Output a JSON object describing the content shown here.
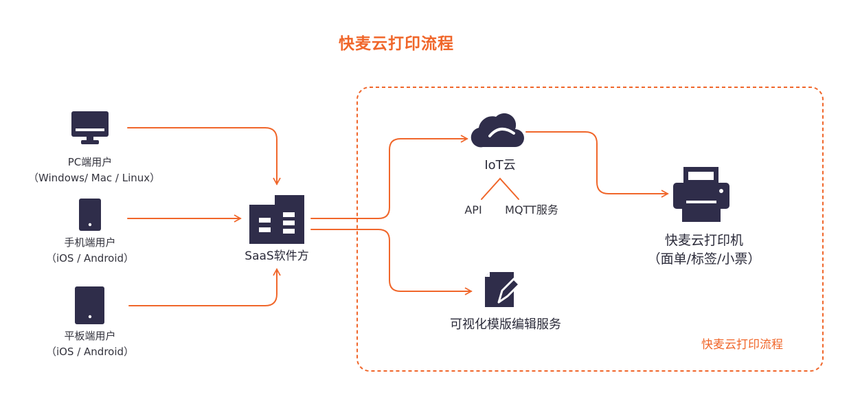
{
  "title": "快麦云打印流程",
  "colors": {
    "accent": "#f0662a",
    "icon": "#2f2d4a"
  },
  "nodes": {
    "pc": {
      "name": "PC端用户",
      "sub": "（Windows/ Mac / Linux）",
      "icon": "monitor-icon"
    },
    "mobile": {
      "name": "手机端用户",
      "sub": "（iOS / Android）",
      "icon": "phone-icon"
    },
    "tablet": {
      "name": "平板端用户",
      "sub": "（iOS / Android）",
      "icon": "tablet-icon"
    },
    "saas": {
      "name": "SaaS软件方",
      "icon": "building-icon"
    },
    "iot": {
      "name": "IoT云",
      "icon": "cloud-icon",
      "children": [
        "API",
        "MQTT服务"
      ]
    },
    "template": {
      "name": "可视化模版编辑服务",
      "icon": "document-edit-icon"
    },
    "printer": {
      "name": "快麦云打印机",
      "sub": "（面单/标签/小票）",
      "icon": "printer-icon"
    }
  },
  "region_label": "快麦云打印流程"
}
